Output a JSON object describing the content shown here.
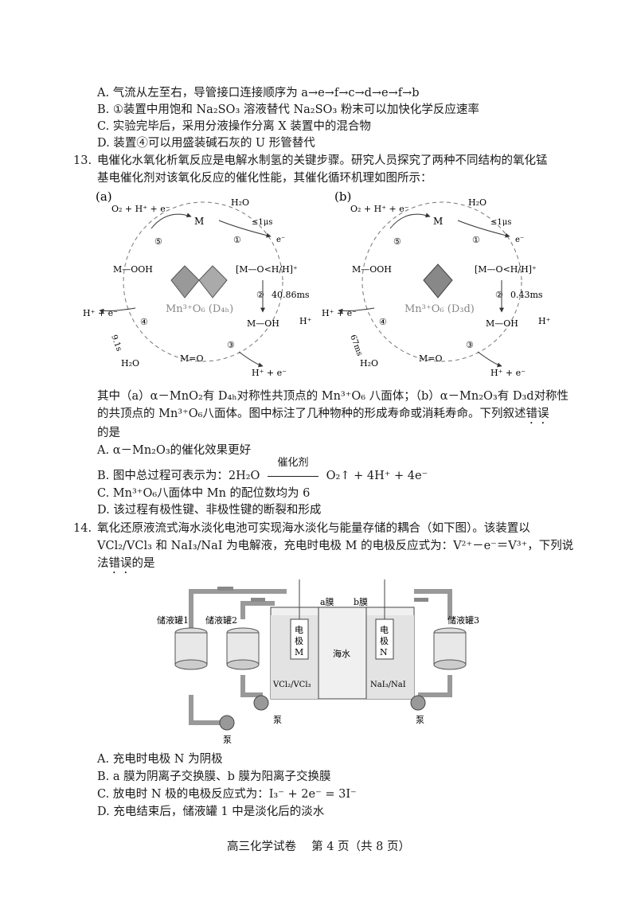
{
  "q12_options": [
    "A. 气流从左至右，导管接口连接顺序为 a→e→f→c→d→e→f→b",
    "B. ①装置中用饱和 Na₂SO₃ 溶液替代 Na₂SO₃ 粉末可以加快化学反应速率",
    "C. 实验完毕后，采用分液操作分离 X 装置中的混合物",
    "D. 装置④可以用盛装碱石灰的 U 形管替代"
  ],
  "q13": {
    "number": "13.",
    "stem_line1": "电催化水氧化析氧反应是电解水制氢的关键步骤。研究人员探究了两种不同结构的氧化锰",
    "stem_line2": "基电催化剂对该氧化反应的催化性能，其催化循环机理如图所示：",
    "desc_line1": "其中（a）α－MnO₂有 D₄ₕ对称性共顶点的 Mn³⁺O₆ 八面体；（b）α－Mn₂O₃有 D₃d对称性",
    "desc_line2": "的共顶点的 Mn³⁺O₆八面体。图中标注了几种物种的形成寿命或消耗寿命。下列叙述",
    "desc_emph": "错误",
    "desc_line3": "的是",
    "optA": "A. α－Mn₂O₃的催化效果更好",
    "optB_pre": "B. 图中总过程可表示为：2H₂O",
    "optB_cat": "催化剂",
    "optB_post": "O₂↑ + 4H⁺ + 4e⁻",
    "optC": "C. Mn³⁺O₆八面体中 Mn 的配位数均为 6",
    "optD": "D. 该过程有极性键、非极性键的断裂和形成"
  },
  "diagram": {
    "panels": [
      {
        "label": "(a)",
        "center": "Mn³⁺O₆ (D₄ₕ)",
        "t1": "≤1μs",
        "t2": "40.86ms",
        "t4": "9.1s"
      },
      {
        "label": "(b)",
        "center": "Mn³⁺O₆ (D₃d)",
        "t1": "≤1μs",
        "t2": "0.43ms",
        "t4": "67ms"
      }
    ],
    "species": {
      "o2": "O₂ + H⁺ + e⁻",
      "M": "M",
      "h2o": "H₂O",
      "e": "e⁻",
      "mooh": "M—OOH",
      "mh2o": "[M—O<H/H]⁺",
      "hplus": "H⁺",
      "moh": "M—OH",
      "mo": "M=O",
      "hpe": "H⁺ + e⁻",
      "hpe2": "H⁺ + e⁻",
      "steps": [
        "①",
        "②",
        "③",
        "④",
        "⑤"
      ]
    }
  },
  "q14": {
    "number": "14.",
    "stem_line1": "氧化还原液流式海水淡化电池可实现海水淡化与能量存储的耦合（如下图）。该装置以",
    "stem_line2": "VCl₂/VCl₃ 和 NaI₃/NaI 为电解液，充电时电极 M 的电极反应式为：V²⁺－e⁻＝V³⁺，下列说",
    "stem_line3_pre": "法",
    "stem_emph": "错误",
    "stem_line3_post": "的是",
    "optA": "A. 充电时电极 N 为阴极",
    "optB": "B. a 膜为阴离子交换膜、b 膜为阳离子交换膜",
    "optC": "C. 放电时 N 极的电极反应式为：I₃⁻ + 2e⁻ = 3I⁻",
    "optD": "D. 充电结束后，储液罐 1 中是淡化后的淡水"
  },
  "apparatus": {
    "tank1": "储液罐1",
    "tank2": "储液罐2",
    "tank3": "储液罐3",
    "memA": "a膜",
    "memB": "b膜",
    "electrodeM": [
      "电",
      "极",
      "M"
    ],
    "electrodeN": [
      "电",
      "极",
      "N"
    ],
    "seawater": "海水",
    "leftSol": "VCl₂/VCl₃",
    "rightSol": "NaI₃/NaI",
    "pump": "泵"
  },
  "footer": "高三化学试卷　 第 4 页（共 8 页）"
}
